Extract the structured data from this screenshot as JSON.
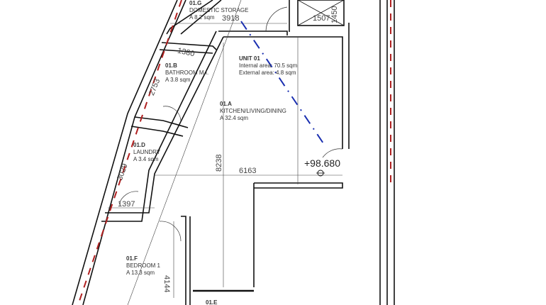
{
  "rooms": [
    {
      "code": "01.G",
      "name": "DOMESTIC STORAGE",
      "area": "A 8.2 sqm"
    },
    {
      "code": "01.B",
      "name": "BATHROOM M.I.",
      "area": "A 3.8 sqm"
    },
    {
      "code": "01.A",
      "name": "KITCHEN/LIVING/DINING",
      "area": "A 32.4 sqm"
    },
    {
      "code": "01.D",
      "name": "LAUNDRY",
      "area": "A 3.4 sqm"
    },
    {
      "code": "01.F",
      "name": "BEDROOM 1",
      "area": "A 13.3 sqm"
    },
    {
      "code": "01.E"
    }
  ],
  "unit": {
    "title": "UNIT 01",
    "internal": "Internal area: 70.5 sqm",
    "external": "External area: 4.8 sqm"
  },
  "dimensions": {
    "d3918": "3918",
    "d1507": "1507",
    "d1450": "1450",
    "d1380": "1380",
    "d2753": "2753",
    "d8238": "8238",
    "d6163": "6163",
    "d3029": "3029",
    "d1397": "1397",
    "d4144": "4144"
  },
  "level": "+98.680",
  "colors": {
    "wall": "#111111",
    "boundary_red": "#b02020",
    "section_blue": "#1a2fb0"
  }
}
